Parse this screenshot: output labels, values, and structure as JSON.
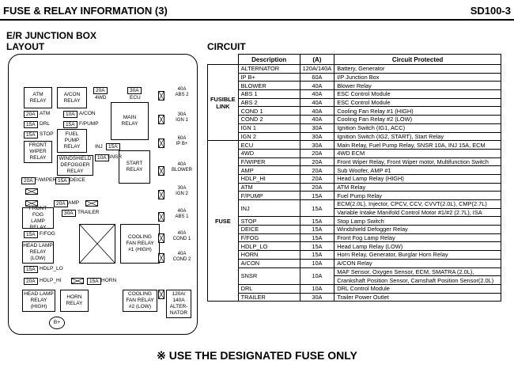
{
  "header": {
    "title": "FUSE & RELAY INFORMATION (3)",
    "code": "SD100-3"
  },
  "left": {
    "title1": "E/R JUNCTION BOX",
    "title2": "LAYOUT"
  },
  "circuit": {
    "title": "CIRCUIT"
  },
  "layout": {
    "atm_relay": "ATM\nRELAY",
    "acon_relay": "A/CON\nRELAY",
    "main_relay": "MAIN\nRELAY",
    "f20a_4wd": "20A",
    "lbl_4wd": "4WD",
    "f30a_ecu": "30A",
    "lbl_ecu": "ECU",
    "f20a_atm": "20A",
    "lbl_atm": "ATM",
    "f10a_acon": "10A",
    "lbl_acon": "A/CON",
    "f15a_drl": "15A",
    "lbl_drl": "DRL",
    "f15a_fpump": "15A",
    "lbl_fpump": "F/PUMP",
    "f15a_stop": "15A",
    "lbl_stop": "STOP",
    "front_wiper_relay": "FRONT\nWIPER\nRELAY",
    "fuel_pump_relay": "FUEL\nPUMP\nRELAY",
    "lbl_inj": "INJ",
    "f15a_inj": "15A",
    "start_relay": "START\nRELAY",
    "wd_relay": "WINDSHIELD\nDEFOGGER\nRELAY",
    "f10a_snsr": "10A",
    "lbl_snsr": "SNSR",
    "f20a_fwiper": "20A",
    "lbl_fwiper": "F/WIPER",
    "f15a_deice": "15A",
    "lbl_deice": "DEICE",
    "f20a_amp": "20A",
    "lbl_amp": "AMP",
    "ff_relay": "FRONT FOG\nLAMP\nRELAY",
    "f30a_trailer": "30A",
    "lbl_trailer": "TRAILER",
    "f15a_ffog": "15A",
    "lbl_ffog": "F/FOG",
    "hl_relay_low": "HEAD LAMP\nRELAY\n(LOW)",
    "cooling1": "COOLING\nFAN RELAY\n#1 (HIGH)",
    "f20a_hdlphi": "20A",
    "lbl_hdlphi": "HDLP_HI",
    "f15a_horn": "15A",
    "lbl_horn": "HORN",
    "hl_relay_high": "HEAD LAMP\nRELAY\n(HIGH)",
    "horn_relay": "HORN\nRELAY",
    "cooling2": "COOLING\nFAN RELAY\n#2 (LOW)",
    "alternator": "120A/\n140A\nALTER-\nNATOR",
    "bplus": "B+",
    "r40_abs2": "40A\nABS 2",
    "r30_ign1": "30A\nIGN 1",
    "r60_ipb": "60A\nIP B+",
    "r40_blower": "40A\nBLOWER",
    "r30_ign2": "30A\nIGN 2",
    "r40_abs1": "40A\nABS 1",
    "r40_cond1": "40A\nCOND 1",
    "r40_cond2": "40A\nCOND 2",
    "f15a_hdlplo": "15A",
    "lbl_hdlplo": "HDLP_LO"
  },
  "table": {
    "headers": [
      "Description",
      "(A)",
      "Circuit Protected"
    ],
    "fusible_label": "FUSIBLE\nLINK",
    "fuse_label": "FUSE",
    "fusible": [
      [
        "ALTERNATOR",
        "120A/140A",
        "Battery, Generator"
      ],
      [
        "IP B+",
        "60A",
        "I/P Junction Box"
      ],
      [
        "BLOWER",
        "40A",
        "Blower Relay"
      ],
      [
        "ABS 1",
        "40A",
        "ESC Control Module"
      ],
      [
        "ABS 2",
        "40A",
        "ESC Control Module"
      ],
      [
        "COND 1",
        "40A",
        "Cooling Fan Relay #1 (HIGH)"
      ],
      [
        "COND 2",
        "40A",
        "Cooling Fan Relay #2 (LOW)"
      ],
      [
        "IGN 1",
        "30A",
        "Ignition Switch (IG1, ACC)"
      ],
      [
        "IGN 2",
        "30A",
        "Ignition Switch (IG2, START), Start Relay"
      ]
    ],
    "fuse": [
      [
        "ECU",
        "30A",
        "Main Relay, Fuel Pump Relay, SNSR 10A, INJ 15A, ECM"
      ],
      [
        "4WD",
        "20A",
        "4WD ECM"
      ],
      [
        "F/WIPER",
        "20A",
        "Front Wiper Relay, Front Wiper motor, Multifunction Switch"
      ],
      [
        "AMP",
        "20A",
        "Sub Woofer, AMP #1"
      ],
      [
        "HDLP_HI",
        "20A",
        "  Head Lamp Relay (HIGH)"
      ],
      [
        "ATM",
        "20A",
        "ATM Relay"
      ],
      [
        "F/PUMP",
        "15A",
        "Fuel Pump Relay"
      ],
      [
        "INJ",
        "15A",
        "ECM(2.0L), Injector, CPCV, CCV, CVVT(2.0L), CMP(2.7L)",
        "Variable Intake Manifold Control Motor #1/#2 (2.7L), ISA"
      ],
      [
        "STOP",
        "15A",
        "Stop Lamp Switch"
      ],
      [
        "DEICE",
        "15A",
        "Windshield Defogger Relay"
      ],
      [
        "F/FOG",
        "15A",
        "Front Fog Lamp Relay"
      ],
      [
        "HDLP_LO",
        "15A",
        "Head Lamp Relay (LOW)"
      ],
      [
        "HORN",
        "15A",
        "Horn Relay, Generator, Burglar Horn Relay"
      ],
      [
        "A/CON",
        "10A",
        "A/CON Relay"
      ],
      [
        "SNSR",
        "10A",
        "MAF Sensor, Oxygen Sensor, ECM, SMATRA (2.0L),",
        "Crankshaft Position Sensor, Camshaft Position Sensor(2.0L)"
      ],
      [
        "DRL",
        "10A",
        "DRL Control Module"
      ],
      [
        "TRAILER",
        "30A",
        "Trailer Power Outlet"
      ]
    ]
  },
  "footer": "※ USE THE DESIGNATED FUSE ONLY"
}
